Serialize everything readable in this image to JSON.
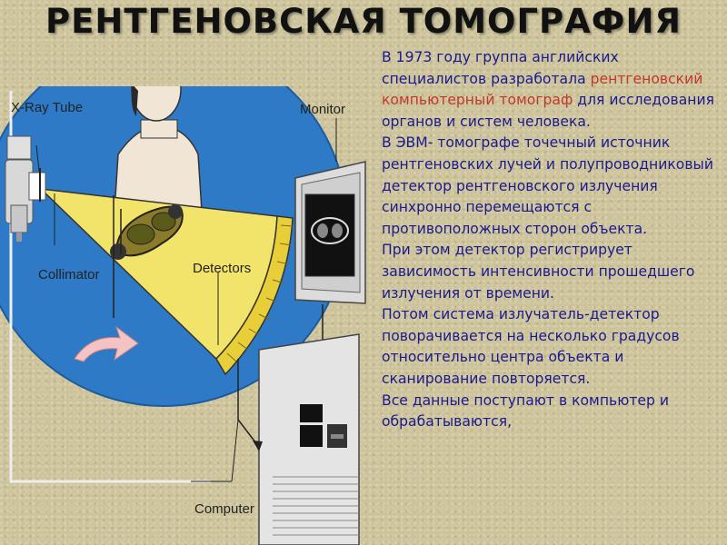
{
  "slide": {
    "title": "РЕНТГЕНОВСКАЯ ТОМОГРАФИЯ"
  },
  "diagram": {
    "labels": {
      "xray_tube": "X-Ray Tube",
      "monitor": "Monitor",
      "collimator": "Collimator",
      "detectors": "Detectors",
      "computer": "Computer"
    }
  },
  "text": {
    "p1_before": "В 1973 году группа английских специалистов разработала ",
    "p1_highlight": "рентгеновский компьютерный томограф",
    "p1_after": " для исследования органов и систем человека.",
    "p2": "В ЭВМ- томографе точечный источник рентгеновских лучей и полупроводниковый детектор рентгеновского излучения синхронно перемещаются с противоположных сторон объекта.",
    "p3": "При этом детектор регистрирует зависимость интенсивности прошедшего излучения от времени.",
    "p4": "Потом система излучатель-детектор поворачивается на несколько градусов относительно центра объекта и сканирование повторяется.",
    "p5": "Все данные поступают в компьютер и обрабатываются,"
  },
  "colors": {
    "text": "#1a1a8c",
    "highlight": "#c0392b",
    "background": "#cdc39a",
    "circle": "#2f7ac6",
    "beam": "#f2e36a"
  }
}
